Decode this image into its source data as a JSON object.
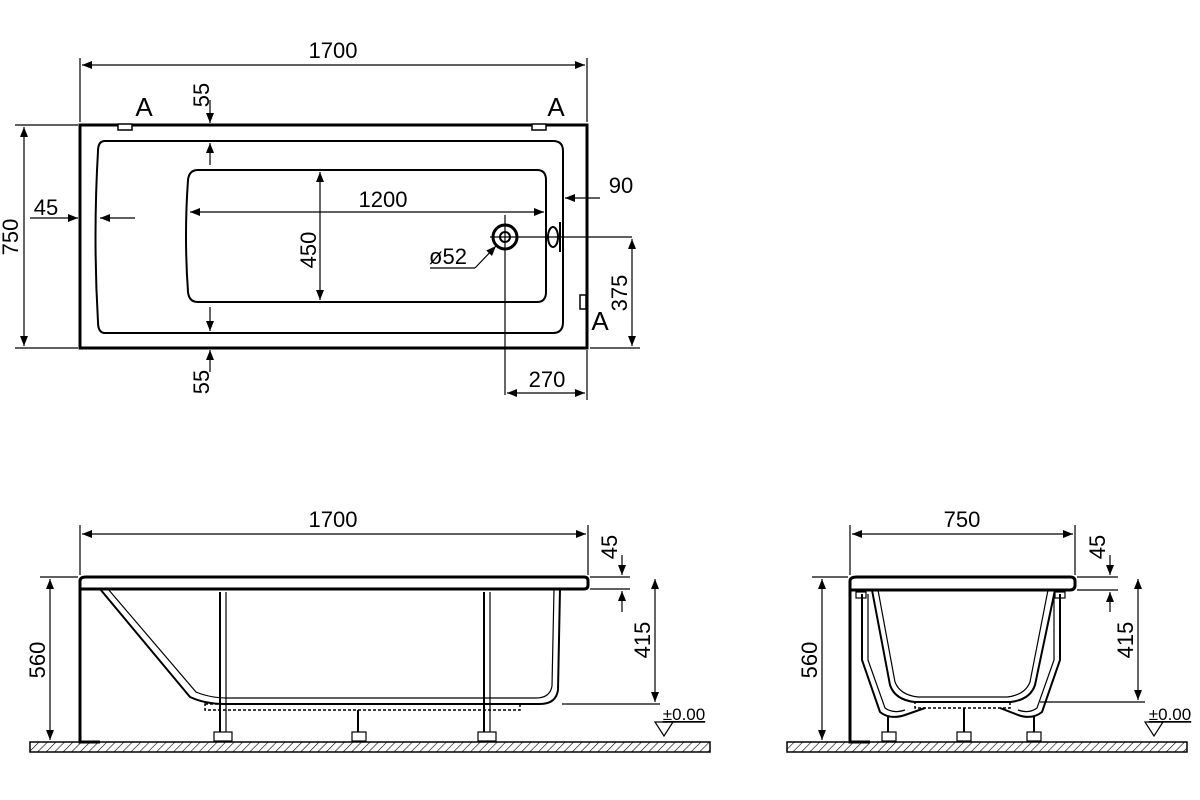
{
  "plan": {
    "overall_length": "1700",
    "overall_width": "750",
    "rim_left": "45",
    "inner_length": "1200",
    "inner_width": "450",
    "rim_top": "55",
    "rim_bottom": "55",
    "drain_diameter": "ø52",
    "overflow_offset": "90",
    "drain_from_end": "270",
    "drain_center_height": "375",
    "section_marks": [
      "A",
      "A",
      "A"
    ]
  },
  "side_view": {
    "length": "1700",
    "rim_thickness": "45",
    "inner_depth": "415",
    "total_height": "560",
    "floor_level": "±0.00"
  },
  "end_view": {
    "width": "750",
    "rim_thickness": "45",
    "inner_depth": "415",
    "total_height": "560",
    "floor_level": "±0.00"
  }
}
